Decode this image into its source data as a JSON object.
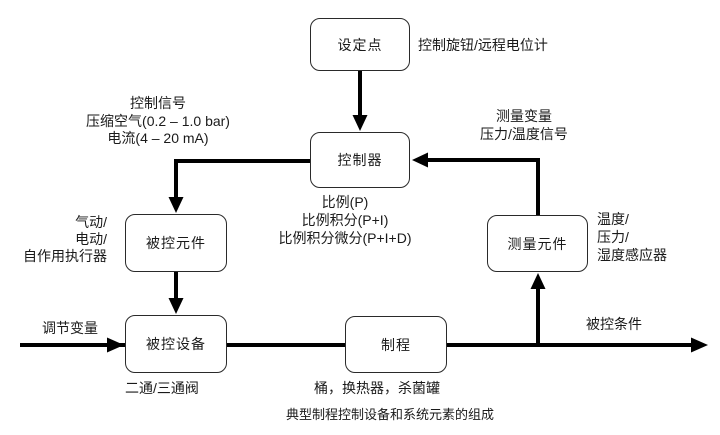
{
  "diagram": {
    "caption": "典型制程控制设备和系统元素的组成",
    "nodes": {
      "setpoint": {
        "label": "设定点"
      },
      "controller": {
        "label": "控制器"
      },
      "final_element": {
        "label": "被控元件"
      },
      "controlled_device": {
        "label": "被控设备"
      },
      "process": {
        "label": "制程"
      },
      "measuring_element": {
        "label": "测量元件"
      }
    },
    "annotations": {
      "setpoint_note": "控制旋钮/远程电位计",
      "control_signal": [
        "控制信号",
        "压缩空气(0.2 – 1.0 bar)",
        "电流(4 – 20 mA)"
      ],
      "measured_variable": [
        "测量变量",
        "压力/温度信号"
      ],
      "control_modes": [
        "比例(P)",
        "比例积分(P+I)",
        "比例积分微分(P+I+D)"
      ],
      "actuator_types": [
        "气动/",
        "电动/",
        "自作用执行器"
      ],
      "sensor_types": [
        "温度/",
        "压力/",
        "湿度感应器"
      ],
      "manipulated_variable": "调节变量",
      "controlled_condition": "被控条件",
      "valve_note": "二通/三通阀",
      "process_examples": "桶，换热器，杀菌罐"
    },
    "colors": {
      "line": "#000000",
      "box_border": "#2a2a2a",
      "box_fill": "#ffffff",
      "text": "#1a1a1a"
    }
  }
}
